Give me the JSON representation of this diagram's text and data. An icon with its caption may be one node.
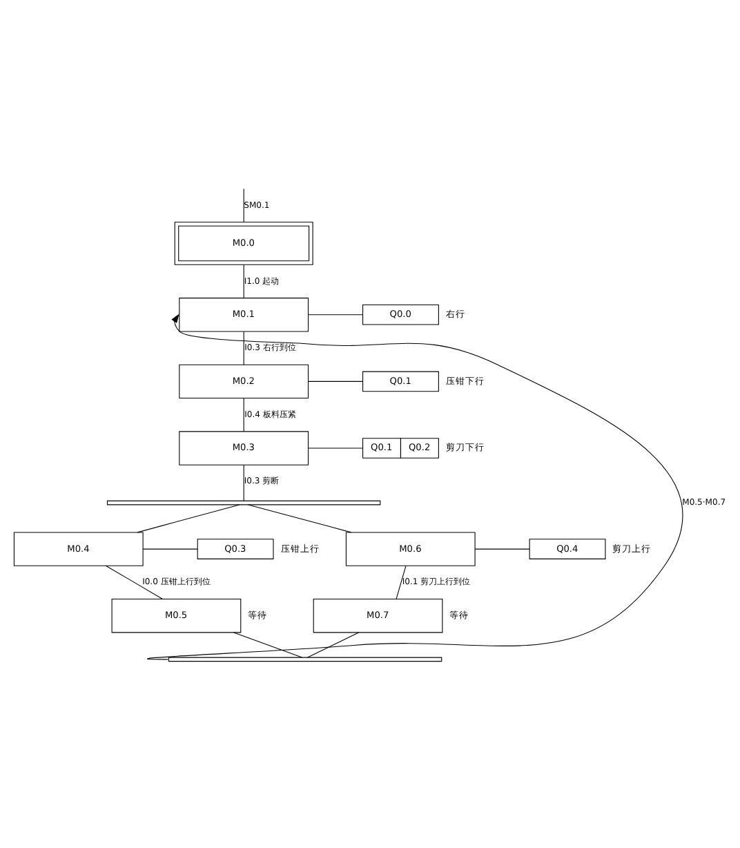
{
  "diagram": {
    "nodes": [
      {
        "text": [
          "M0.0"
        ]
      },
      {
        "text": [
          "M0.1"
        ]
      },
      {
        "text": [
          "Q0.0"
        ],
        "beside": [
          "右行"
        ]
      },
      {
        "text": [
          "M0.2"
        ]
      },
      {
        "text": [
          "Q0.1"
        ],
        "beside": [
          "压钳下行"
        ]
      },
      {
        "text": [
          "M0.3"
        ]
      },
      {
        "text": [
          "Q0.1",
          "Q0.2"
        ],
        "beside": [
          "剪刀下行"
        ]
      },
      {
        "text": [],
        "shape": "bar"
      },
      {
        "text": [
          "M0.4"
        ]
      },
      {
        "text": [
          "Q0.3"
        ],
        "beside": [
          "压钳上行"
        ]
      },
      {
        "text": [
          "M0.6"
        ]
      },
      {
        "text": [
          "Q0.4"
        ],
        "beside": [
          "剪刀上行"
        ]
      },
      {
        "text": [
          "M0.5"
        ],
        "beside": [
          "等待"
        ]
      },
      {
        "text": [
          "M0.7"
        ],
        "beside": [
          "等待"
        ]
      },
      {
        "text": [],
        "shape": "bar"
      }
    ],
    "edges": [
      {
        "from": null,
        "to": 0,
        "arrow": "none",
        "label": "SM0.1"
      },
      {
        "from": 0,
        "to": 1,
        "arrow": "none",
        "label": "I1.0 起动"
      },
      {
        "from": 1,
        "to": 2,
        "arrow": "none"
      },
      {
        "from": 1,
        "to": 3,
        "arrow": "none",
        "label": "I0.3 右行到位"
      },
      {
        "from": 3,
        "to": 4,
        "arrow": "none"
      },
      {
        "from": 3,
        "to": 5,
        "arrow": "none",
        "label": "I0.4 板料压紧"
      },
      {
        "from": 5,
        "to": 6,
        "arrow": "none"
      },
      {
        "from": 5,
        "to": 7,
        "arrow": "none",
        "label": "I0.3 剪断"
      },
      {
        "from": 7,
        "to": 8,
        "arrow": "none"
      },
      {
        "from": 7,
        "to": 10,
        "arrow": "none"
      },
      {
        "from": 8,
        "to": 9,
        "arrow": "none"
      },
      {
        "from": 10,
        "to": 11,
        "arrow": "none"
      },
      {
        "from": 8,
        "to": 12,
        "arrow": "none",
        "label": "I0.0 压钳上行到位"
      },
      {
        "from": 10,
        "to": 13,
        "arrow": "none",
        "label": "I0.1 剪刀上行到位"
      },
      {
        "from": 12,
        "to": 14,
        "arrow": "none"
      },
      {
        "from": 13,
        "to": 14,
        "arrow": "none"
      },
      {
        "from": 14,
        "to": 1,
        "arrow": "to",
        "label": "M0.5·M0.7"
      }
    ]
  }
}
